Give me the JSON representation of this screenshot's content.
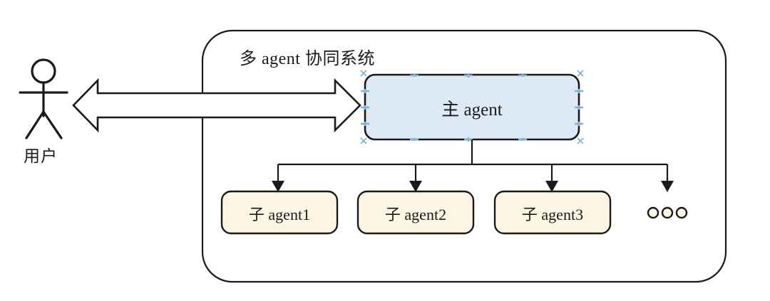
{
  "diagram": {
    "title": "多 agent 协同系统",
    "actor": {
      "label": "用户",
      "icon": "stick-figure-person-icon"
    },
    "main_agent": {
      "label": "主 agent",
      "fill": "#ddeaf6",
      "stroke": "#1a1a1a",
      "selected": true,
      "handle_color": "#7fb4d8"
    },
    "child_agents": [
      {
        "label": "子 agent1",
        "fill": "#fbf6e3",
        "stroke": "#1a1a1a"
      },
      {
        "label": "子 agent2",
        "fill": "#fbf6e3",
        "stroke": "#1a1a1a"
      },
      {
        "label": "子 agent3",
        "fill": "#fbf6e3",
        "stroke": "#1a1a1a"
      }
    ],
    "ellipsis": {
      "label": "more-agents-ellipsis",
      "count": 3
    },
    "connector": {
      "type": "bidirectional-block-arrow",
      "fill": "#ffffff",
      "stroke": "#1a1a1a"
    },
    "container": {
      "stroke": "#1a1a1a",
      "fill": "#ffffff"
    }
  }
}
